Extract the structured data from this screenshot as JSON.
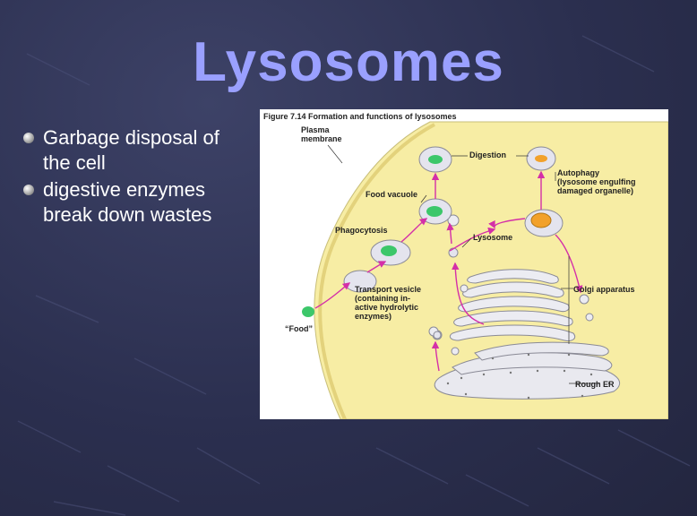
{
  "slide": {
    "title": "Lysosomes",
    "bullets": [
      {
        "lines": [
          "Garbage disposal of",
          "the cell"
        ]
      },
      {
        "lines": [
          "digestive enzymes",
          "break down wastes"
        ]
      }
    ]
  },
  "figure": {
    "caption": "Figure 7.14  Formation and functions of lysosomes",
    "labels": {
      "plasma_membrane": [
        "Plasma",
        "membrane"
      ],
      "digestion": "Digestion",
      "autophagy": [
        "Autophagy",
        "(lysosome engulfing",
        "damaged organelle)"
      ],
      "food_vacuole": "Food vacuole",
      "phagocytosis": "Phagocytosis",
      "lysosome": "Lysosome",
      "golgi": "Golgi apparatus",
      "transport_vesicle": [
        "Transport vesicle",
        "(containing in-",
        "active hydrolytic",
        "enzymes)"
      ],
      "food": "“Food”",
      "rough_er": "Rough ER"
    },
    "colors": {
      "cytoplasm": "#f7eda4",
      "vesicle": "#e4e4ee",
      "arrow": "#d42fa8",
      "food": "#3cc76a",
      "organelle": "#f2a12a"
    }
  }
}
